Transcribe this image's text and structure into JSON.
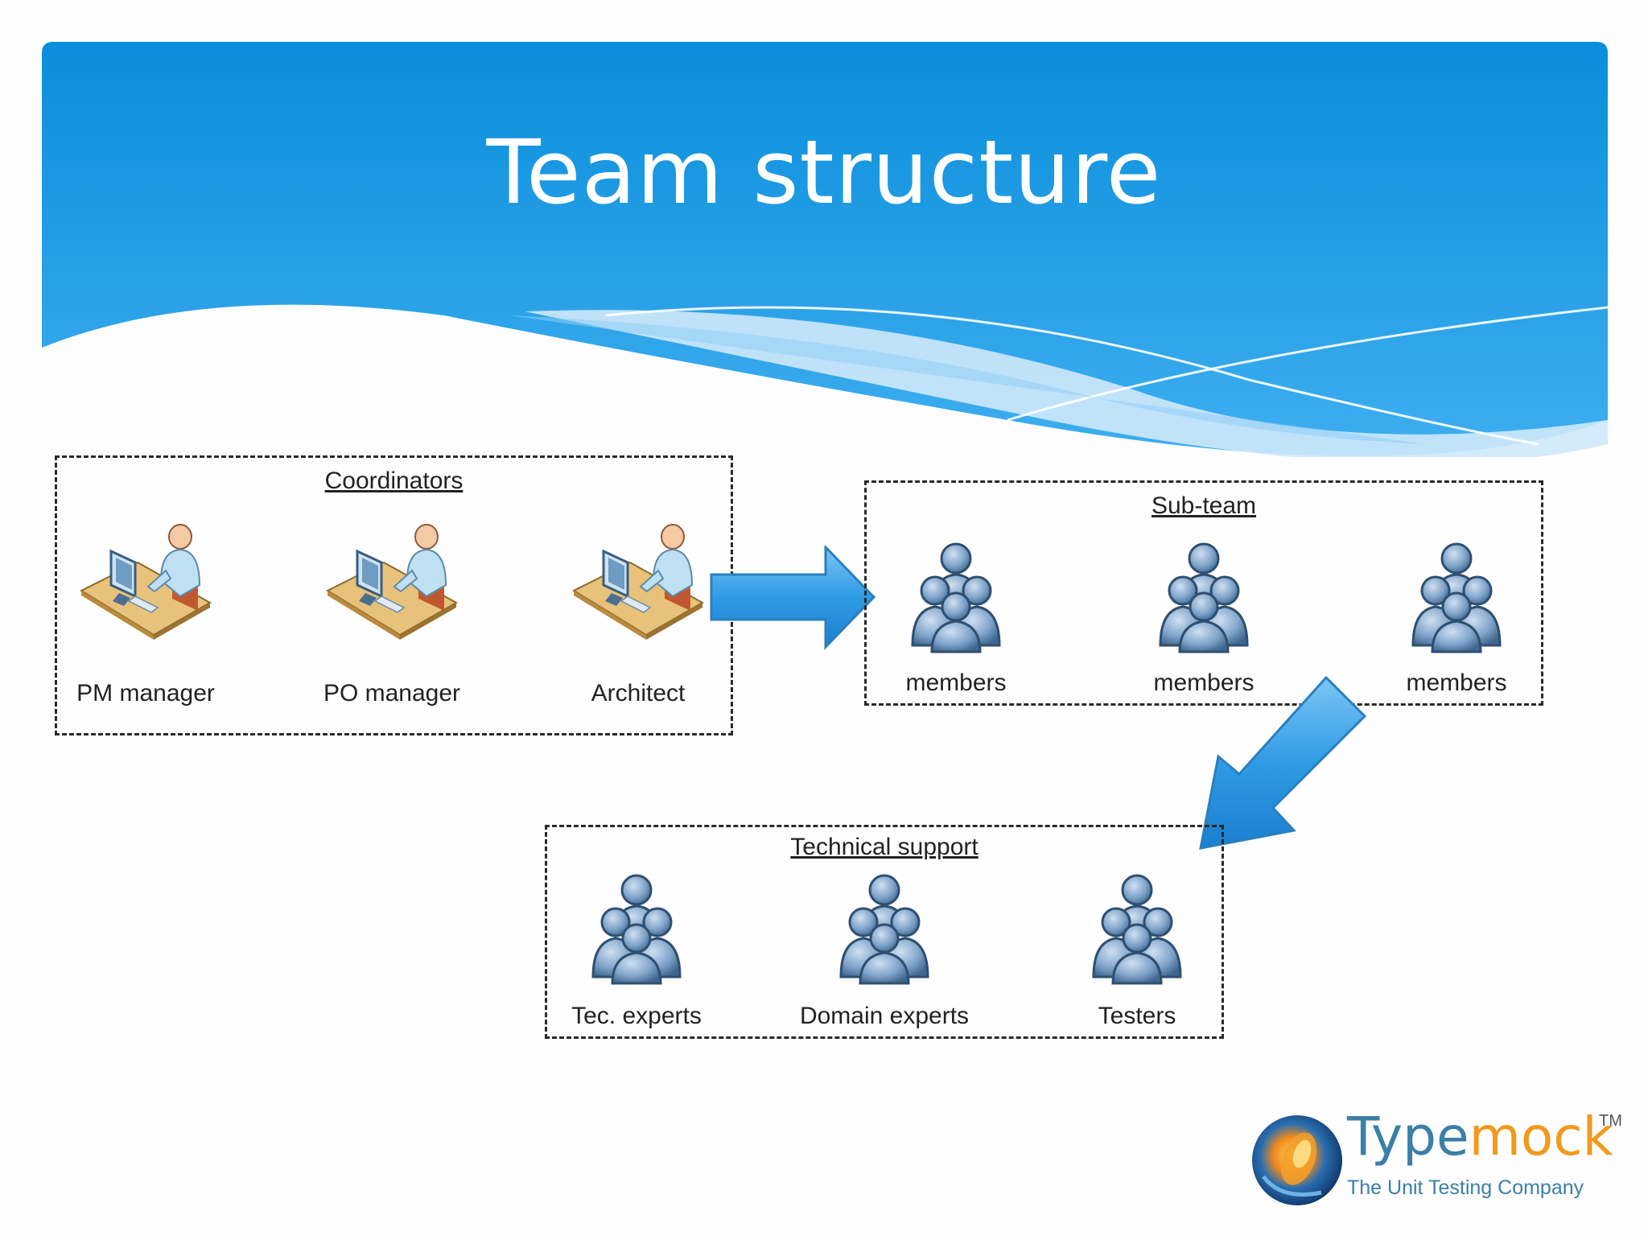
{
  "slide": {
    "title": "Team structure",
    "colors": {
      "header_top": "#0a8edb",
      "header_bottom": "#38a9ef",
      "wave_light": "#a8d8f7",
      "arrow": "#2f9be6"
    }
  },
  "groups": {
    "coordinators": {
      "title": "Coordinators",
      "members": [
        {
          "label": "PM manager",
          "icon": "workstation-user-icon"
        },
        {
          "label": "PO manager",
          "icon": "workstation-user-icon"
        },
        {
          "label": "Architect",
          "icon": "workstation-user-icon"
        }
      ]
    },
    "subteam": {
      "title": "Sub-team",
      "members": [
        {
          "label": "members",
          "icon": "people-group-icon"
        },
        {
          "label": "members",
          "icon": "people-group-icon"
        },
        {
          "label": "members",
          "icon": "people-group-icon"
        }
      ]
    },
    "support": {
      "title": "Technical support",
      "members": [
        {
          "label": "Tec. experts",
          "icon": "people-group-icon"
        },
        {
          "label": "Domain experts",
          "icon": "people-group-icon"
        },
        {
          "label": "Testers",
          "icon": "people-group-icon"
        }
      ]
    }
  },
  "logo": {
    "brand_part1": "Type",
    "brand_part2": "mock",
    "trademark": "TM",
    "tagline": "The Unit Testing Company",
    "icon": "typemock-globe-logo"
  }
}
